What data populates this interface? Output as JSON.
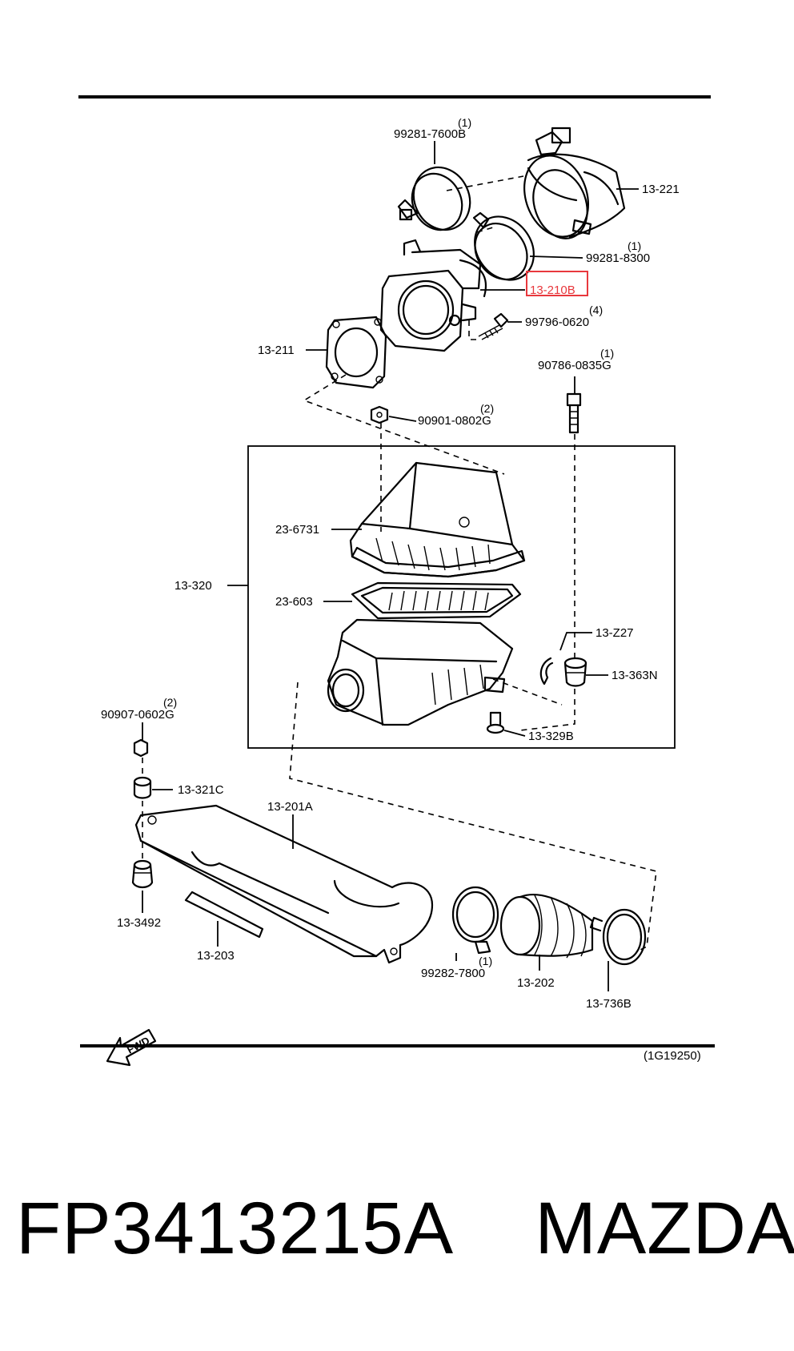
{
  "diagram_code": "(1G19250)",
  "fwd_label": "FWD",
  "highlighted_part": "13-210B",
  "highlight_color": "#e8383d",
  "caption": {
    "part_number": "FP3413215A",
    "brand": "MAZDA"
  },
  "labels": {
    "p99281_7600B": "99281-7600B",
    "q99281_7600B": "(1)",
    "p13_221": "13-221",
    "p99281_8300": "99281-8300",
    "q99281_8300": "(1)",
    "p13_210B": "13-210B",
    "p99796_0620": "99796-0620",
    "q99796_0620": "(4)",
    "p13_211": "13-211",
    "p90786_0835G": "90786-0835G",
    "q90786_0835G": "(1)",
    "p90901_0802G": "90901-0802G",
    "q90901_0802G": "(2)",
    "p23_6731": "23-6731",
    "p13_320": "13-320",
    "p23_603": "23-603",
    "p13_Z27": "13-Z27",
    "p13_363N": "13-363N",
    "p13_329B": "13-329B",
    "p90907_0602G": "90907-0602G",
    "q90907_0602G": "(2)",
    "p13_321C": "13-321C",
    "p13_201A": "13-201A",
    "p13_3492": "13-3492",
    "p13_203": "13-203",
    "p99282_7800": "99282-7800",
    "q99282_7800": "(1)",
    "p13_202": "13-202",
    "p13_736B": "13-736B"
  }
}
